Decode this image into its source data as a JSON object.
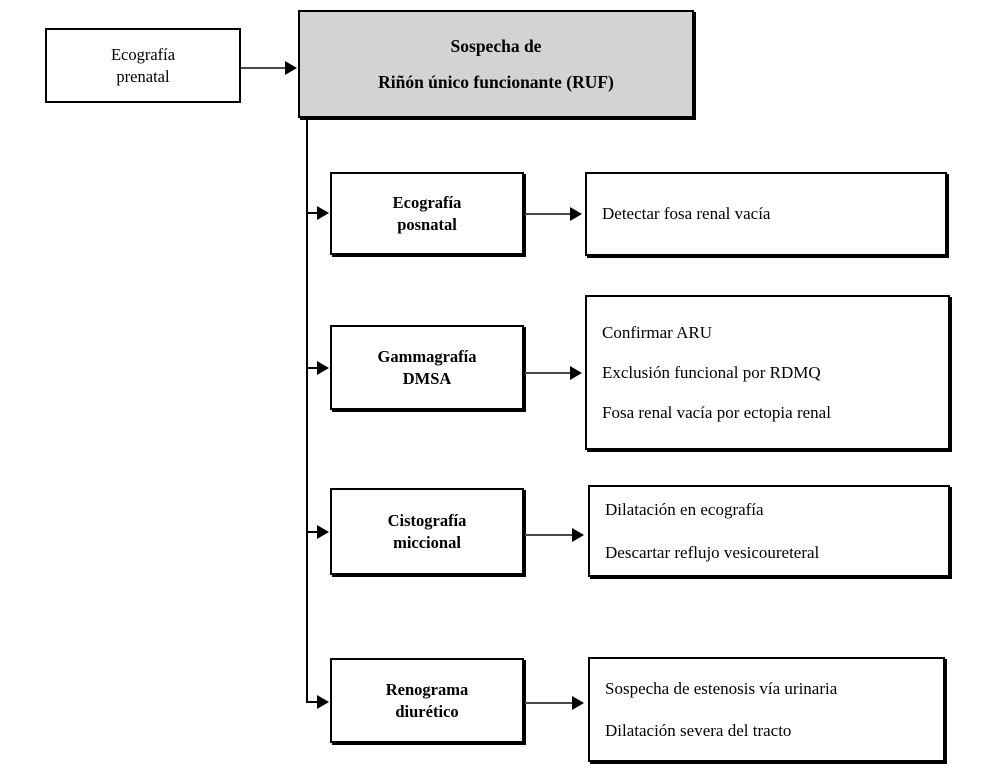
{
  "diagram": {
    "title_box": {
      "name": "sospecha-ruf",
      "line1": "Sospecha de",
      "line2": "Riñón único funcionante (RUF)",
      "fill": "#d3d3d3"
    },
    "source_box": {
      "name": "ecografia-prenatal",
      "line1": "Ecografía",
      "line2": "prenatal"
    },
    "branches": [
      {
        "stage": {
          "line1": "Ecografía",
          "line2": "posnatal"
        },
        "details": [
          "Detectar fosa renal vacía"
        ]
      },
      {
        "stage": {
          "line1": "Gammagrafía",
          "line2": "DMSA"
        },
        "details": [
          "Confirmar ARU",
          "Exclusión funcional por RDMQ",
          "Fosa renal vacía por ectopia renal"
        ]
      },
      {
        "stage": {
          "line1": "Cistografía",
          "line2": "miccional"
        },
        "details": [
          "Dilatación en ecografía",
          "Descartar reflujo  vesicoureteral"
        ]
      },
      {
        "stage": {
          "line1": "Renograma",
          "line2": "diurético"
        },
        "details": [
          "Sospecha de estenosis vía urinaria",
          "Dilatación severa del tracto"
        ]
      }
    ],
    "colors": {
      "box_border": "#000000",
      "box_fill": "#ffffff",
      "header_fill": "#d3d3d3",
      "connector": "#4a4a4a",
      "trunk": "#000000"
    }
  }
}
